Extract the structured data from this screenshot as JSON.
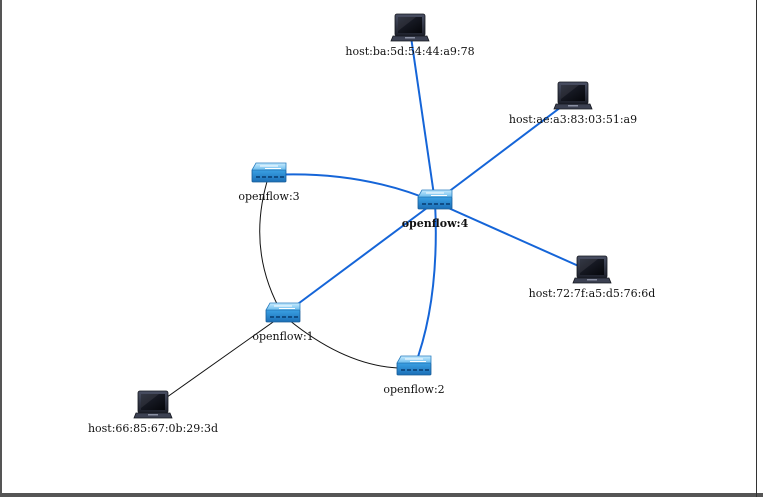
{
  "topology": {
    "links": [
      {
        "from": "openflow:4",
        "to": "host:ba:5d:54:44:a9:78",
        "highlighted": true
      },
      {
        "from": "openflow:4",
        "to": "host:ae:a3:83:03:51:a9",
        "highlighted": true
      },
      {
        "from": "openflow:4",
        "to": "host:72:7f:a5:d5:76:6d",
        "highlighted": true
      },
      {
        "from": "openflow:4",
        "to": "openflow:3",
        "highlighted": true
      },
      {
        "from": "openflow:4",
        "to": "openflow:1",
        "highlighted": true
      },
      {
        "from": "openflow:4",
        "to": "openflow:2",
        "highlighted": true
      },
      {
        "from": "openflow:3",
        "to": "openflow:1",
        "highlighted": false
      },
      {
        "from": "openflow:1",
        "to": "openflow:2",
        "highlighted": false
      },
      {
        "from": "openflow:1",
        "to": "host:66:85:67:0b:29:3d",
        "highlighted": false
      }
    ],
    "nodes": [
      {
        "id": "host:ba:5d:54:44:a9:78",
        "label": "host:ba:5d:54:44:a9:78",
        "kind": "host",
        "icon": "laptop-icon"
      },
      {
        "id": "host:ae:a3:83:03:51:a9",
        "label": "host:ae:a3:83:03:51:a9",
        "kind": "host",
        "icon": "laptop-icon"
      },
      {
        "id": "openflow:3",
        "label": "openflow:3",
        "kind": "switch",
        "icon": "switch-icon"
      },
      {
        "id": "openflow:4",
        "label": "openflow:4",
        "kind": "switch",
        "icon": "switch-icon",
        "selected": true
      },
      {
        "id": "host:72:7f:a5:d5:76:6d",
        "label": "host:72:7f:a5:d5:76:6d",
        "kind": "host",
        "icon": "laptop-icon"
      },
      {
        "id": "openflow:1",
        "label": "openflow:1",
        "kind": "switch",
        "icon": "switch-icon"
      },
      {
        "id": "openflow:2",
        "label": "openflow:2",
        "kind": "switch",
        "icon": "switch-icon"
      },
      {
        "id": "host:66:85:67:0b:29:3d",
        "label": "host:66:85:67:0b:29:3d",
        "kind": "host",
        "icon": "laptop-icon"
      }
    ],
    "colors": {
      "highlight_link": "#1565d8",
      "normal_link": "#111111",
      "switch_top": "#8fd0f5",
      "switch_body": "#2f8fd6",
      "laptop_body": "#2b2f3c",
      "laptop_screen": "#0c0e16"
    }
  }
}
